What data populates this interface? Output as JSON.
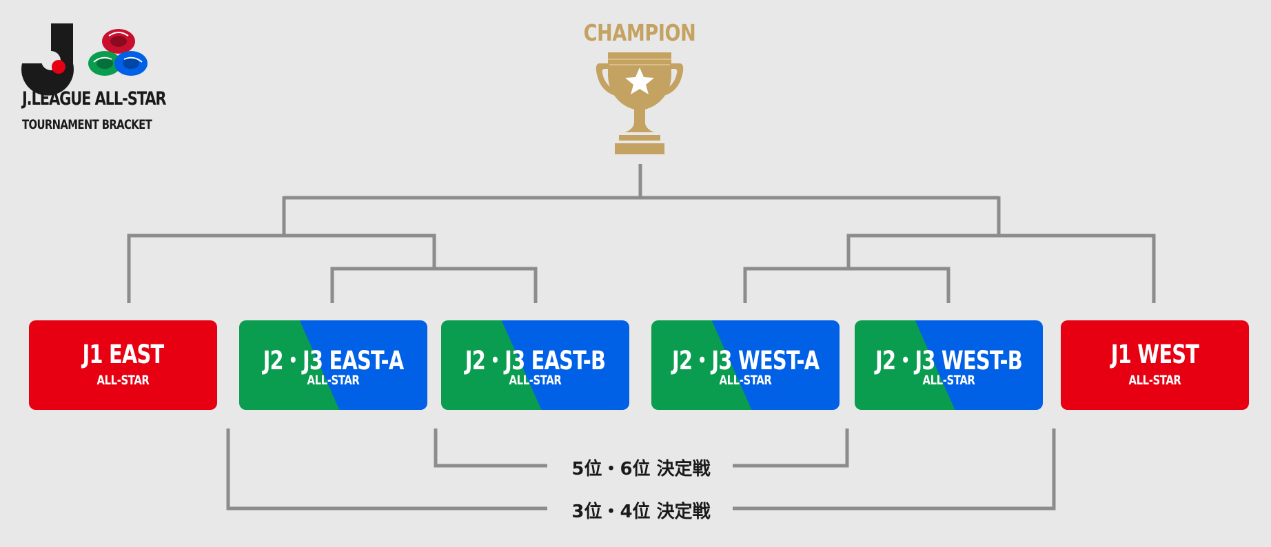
{
  "header": {
    "logo_title": "J.LEAGUE ALL-STAR",
    "logo_subtitle": "TOURNAMENT BRACKET"
  },
  "champion": {
    "label": "CHAMPION"
  },
  "teams": [
    {
      "name": "J1 EAST",
      "sub": "ALL-STAR",
      "style": "red"
    },
    {
      "name": "J2・J3 EAST-A",
      "sub": "ALL-STAR",
      "style": "green-blue"
    },
    {
      "name": "J2・J3 EAST-B",
      "sub": "ALL-STAR",
      "style": "green-blue"
    },
    {
      "name": "J2・J3 WEST-A",
      "sub": "ALL-STAR",
      "style": "green-blue"
    },
    {
      "name": "J2・J3 WEST-B",
      "sub": "ALL-STAR",
      "style": "green-blue"
    },
    {
      "name": "J1 WEST",
      "sub": "ALL-STAR",
      "style": "red"
    }
  ],
  "playoffs": {
    "fifth_sixth": "5位・6位 決定戦",
    "third_fourth": "3位・4位 決定戦"
  },
  "colors": {
    "background": "#e8e8e8",
    "line": "#8c8c8c",
    "gold": "#c4a261",
    "red": "#e60012",
    "green": "#0a9c4f",
    "blue": "#0060e6"
  }
}
